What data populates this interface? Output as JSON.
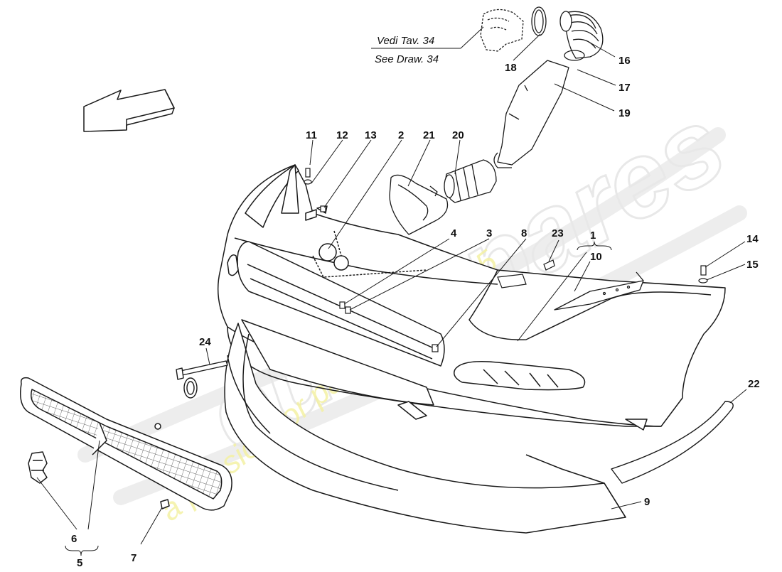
{
  "diagram": {
    "reference": {
      "line1": "Vedi Tav. 34",
      "line2": "See Draw. 34"
    },
    "callouts": [
      {
        "id": "c1",
        "label": "1"
      },
      {
        "id": "c2",
        "label": "2"
      },
      {
        "id": "c3",
        "label": "3"
      },
      {
        "id": "c4",
        "label": "4"
      },
      {
        "id": "c5",
        "label": "5"
      },
      {
        "id": "c6",
        "label": "6"
      },
      {
        "id": "c7",
        "label": "7"
      },
      {
        "id": "c8",
        "label": "8"
      },
      {
        "id": "c9",
        "label": "9"
      },
      {
        "id": "c10",
        "label": "10"
      },
      {
        "id": "c11",
        "label": "11"
      },
      {
        "id": "c12",
        "label": "12"
      },
      {
        "id": "c13",
        "label": "13"
      },
      {
        "id": "c14",
        "label": "14"
      },
      {
        "id": "c15",
        "label": "15"
      },
      {
        "id": "c16",
        "label": "16"
      },
      {
        "id": "c17",
        "label": "17"
      },
      {
        "id": "c18",
        "label": "18"
      },
      {
        "id": "c19",
        "label": "19"
      },
      {
        "id": "c20",
        "label": "20"
      },
      {
        "id": "c21",
        "label": "21"
      },
      {
        "id": "c22",
        "label": "22"
      },
      {
        "id": "c23",
        "label": "23"
      },
      {
        "id": "c24",
        "label": "24"
      }
    ]
  },
  "watermark": {
    "brand": "eurospares",
    "tagline": "a passion for parts since 1985"
  },
  "colors": {
    "line": "#1a1a1a",
    "watermark_text": "#f3f09a",
    "watermark_logo": "#eeeeee"
  }
}
